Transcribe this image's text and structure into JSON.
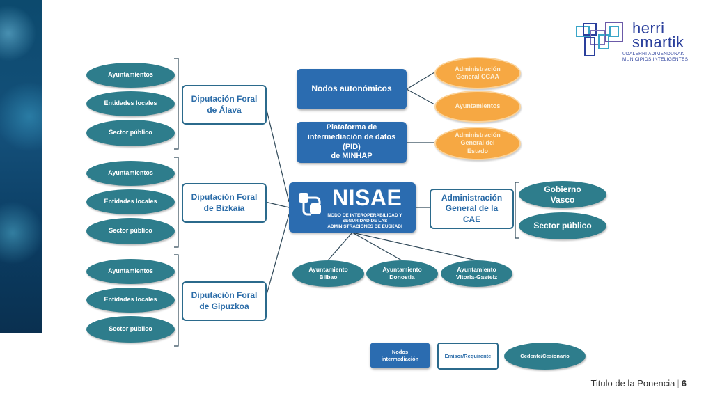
{
  "logo": {
    "line1": "herri",
    "line2": "smartik",
    "tag1": "UDALERRI ADIMENDUNAK",
    "tag2": "MUNICIPIOS INTELIGENTES"
  },
  "diputaciones": [
    {
      "name": "Diputación Foral de Álava",
      "line1": "Diputación Foral",
      "line2": "de Álava"
    },
    {
      "name": "Diputación Foral de Bizkaia",
      "line1": "Diputación Foral",
      "line2": "de Bizkaia"
    },
    {
      "name": "Diputación Foral de Gipuzkoa",
      "line1": "Diputación Foral",
      "line2": "de Gipuzkoa"
    }
  ],
  "leaf_items": [
    "Ayuntamientos",
    "Entidades locales",
    "Sector público"
  ],
  "nodos_autonomicos": "Nodos autonómicos",
  "plataforma": {
    "line1": "Plataforma de",
    "line2": "intermediación de datos",
    "line3": "(PID)",
    "line4": "de MINHAP"
  },
  "nisae": {
    "title": "NISAE",
    "sub1": "NODO DE INTEROPERABILIDAD Y",
    "sub2": "SEGURIDAD DE LAS",
    "sub3": "ADMINISTRACIONES DE EUSKADI"
  },
  "orange_nodes": [
    {
      "line1": "Administración",
      "line2": "General CCAA",
      "line3": ""
    },
    {
      "line1": "Ayuntamientos",
      "line2": "",
      "line3": ""
    },
    {
      "line1": "Administración",
      "line2": "General del",
      "line3": "Estado"
    }
  ],
  "admin_cae": {
    "line1": "Administración",
    "line2": "General de la",
    "line3": "CAE"
  },
  "gobierno_vasco": {
    "line1": "Gobierno",
    "line2": "Vasco"
  },
  "sector_publico_right": "Sector público",
  "ayuntamientos_bottom": [
    {
      "line1": "Ayuntamiento",
      "line2": "Bilbao"
    },
    {
      "line1": "Ayuntamiento",
      "line2": "Donostia"
    },
    {
      "line1": "Ayuntamiento",
      "line2": "Vitoria-Gasteiz"
    }
  ],
  "legend": {
    "nodos_line1": "Nodos",
    "nodos_line2": "intermediación",
    "emisor": "Emisor/Requirente",
    "cedente": "Cedente/Cesionario"
  },
  "footer": {
    "title": "Titulo de la Ponencia",
    "separator": "|",
    "page": "6"
  },
  "colors": {
    "teal": "#2e7d8c",
    "blue": "#2b6cb0",
    "orange": "#f6a843",
    "border": "#2b6a8c"
  }
}
